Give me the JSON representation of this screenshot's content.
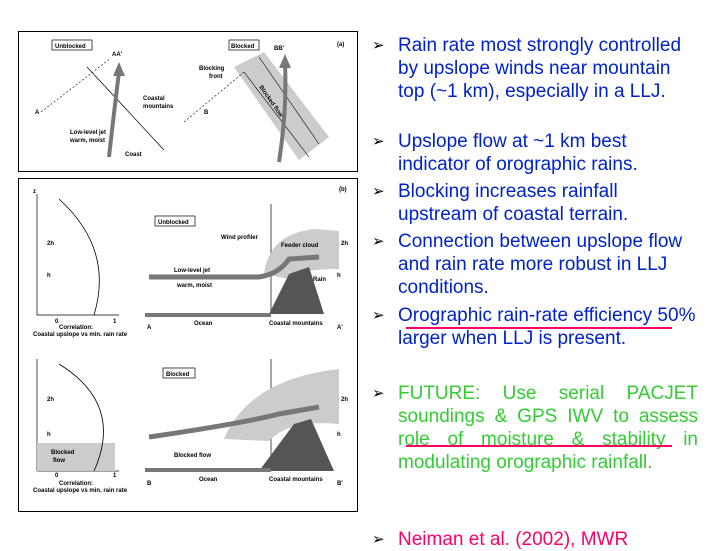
{
  "figure_a": {
    "unblocked": "Unblocked",
    "blocked": "Blocked",
    "panel": "(a)",
    "aa": "AA'",
    "bb": "BB'",
    "a": "A",
    "b": "B",
    "jet": "Low-level jet",
    "jet2": "warm, moist",
    "coastal": "Coastal",
    "mountains": "mountains",
    "coast": "Coast",
    "blocking": "Blocking",
    "front": "front",
    "blocked_flow": "Blocked flow"
  },
  "figure_b": {
    "panel": "(b)",
    "z": "z",
    "h2": "2h",
    "h": "h",
    "zero": "0",
    "one": "1",
    "corr": "Correlation:",
    "corr_desc": "Coastal upslope vs min. rain rate",
    "unblocked": "Unblocked",
    "blocked": "Blocked",
    "profiler": "Wind profiler",
    "feeder": "Feeder cloud",
    "jet": "Low-level jet",
    "jet2": "warm, moist",
    "rain": "Rain",
    "ocean": "Ocean",
    "mountains": "Coastal mountains",
    "a": "A",
    "a2": "A'",
    "b": "B",
    "b2": "B'",
    "blocked_flow": "Blocked flow",
    "blocked_flow_label": "Blocked",
    "blocked_flow_label2": "flow"
  },
  "bullets": [
    "Rain rate most strongly controlled by upslope winds near mountain top (~1 km), especially in a LLJ.",
    "Upslope flow at ~1 km best indicator of orographic rains.",
    "Blocking increases rainfall upstream of coastal terrain.",
    "Connection between upslope flow and rain rate more robust in LLJ conditions.",
    "Orographic rain-rate efficiency 50% larger when LLJ is present.",
    "FUTURE: Use serial PACJET soundings & GPS IWV to assess role of moisture & stability in modulating orographic rainfall.",
    "Neiman et al. (2002), MWR"
  ],
  "colors": {
    "blue": "#0022cc",
    "green": "#33cc33",
    "pink": "#ff0066"
  }
}
